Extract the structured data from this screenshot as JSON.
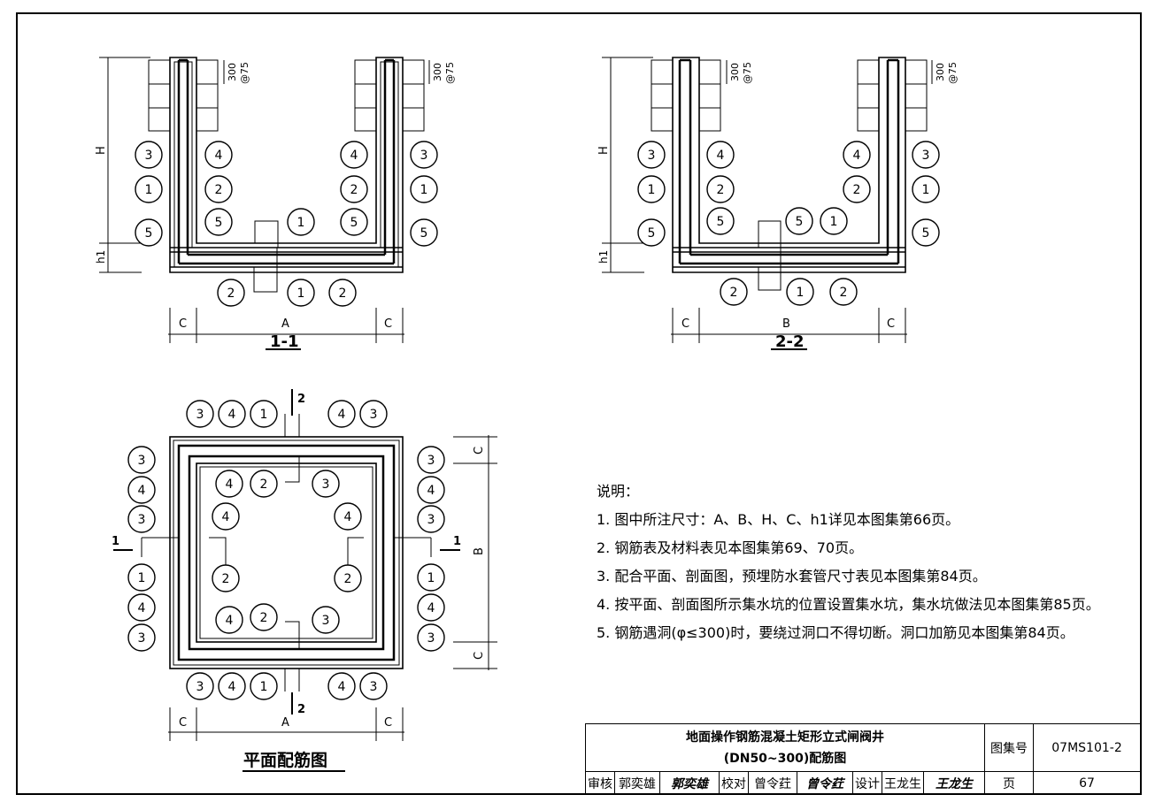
{
  "section_1": {
    "title": "1-1",
    "dims": {
      "c": "C",
      "main": "A",
      "h": "H",
      "h1": "h1",
      "d300": "300",
      "d75": "@75"
    }
  },
  "section_2": {
    "title": "2-2",
    "dims": {
      "c": "C",
      "main": "B",
      "h": "H",
      "h1": "h1",
      "d300": "300",
      "d75": "@75"
    }
  },
  "plan": {
    "title": "平面配筋图",
    "dims": {
      "c": "C",
      "a": "A",
      "b": "B"
    },
    "cut_1": "1",
    "cut_2": "2"
  },
  "rebar_labels": [
    "1",
    "2",
    "3",
    "4",
    "5"
  ],
  "notes": {
    "heading": "说明：",
    "items": [
      "1. 图中所注尺寸：A、B、H、C、h1详见本图集第66页。",
      "2. 钢筋表及材料表见本图集第69、70页。",
      "3. 配合平面、剖面图，预埋防水套管尺寸表见本图集第84页。",
      "4. 按平面、剖面图所示集水坑的位置设置集水坑，集水坑做法见本图集第85页。",
      "5. 钢筋遇洞(φ≤300)时，要绕过洞口不得切断。洞口加筋见本图集第84页。"
    ]
  },
  "title_block": {
    "title_line1": "地面操作钢筋混凝土矩形立式闸阀井",
    "title_line2": "(DN50~300)配筋图",
    "atlas_label": "图集号",
    "atlas_no": "07MS101-2",
    "page_label": "页",
    "page_no": "67",
    "review_label": "审核",
    "reviewer": "郭奕雄",
    "reviewer_sig": "郭奕雄",
    "check_label": "校对",
    "checker": "曾令荭",
    "checker_sig": "曾令荭",
    "design_label": "设计",
    "designer": "王龙生",
    "designer_sig": "王龙生"
  }
}
